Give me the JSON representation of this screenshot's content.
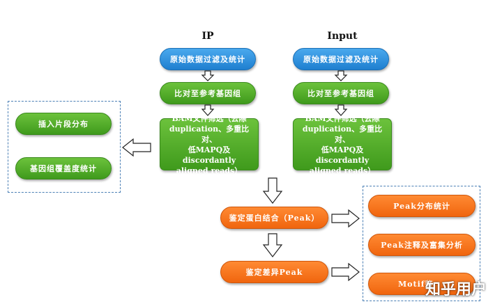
{
  "columns": {
    "ip": "IP",
    "input": "Input"
  },
  "ip": {
    "step1": "原始数据过滤及统计",
    "step2": "比对至参考基因组",
    "step3": "BAM文件筛选（去除\nduplication、多重比对、\n低MAPQ及discordantly\naligned reads）"
  },
  "input": {
    "step1": "原始数据过滤及统计",
    "step2": "比对至参考基因组",
    "step3": "BAM文件筛选（去除\nduplication、多重比对、\n低MAPQ及discordantly\naligned reads）"
  },
  "left_panel": {
    "item1": "插入片段分布",
    "item2": "基因组覆盖度统计"
  },
  "peak": {
    "binding": "鉴定蛋白结合（Peak）",
    "diff": "鉴定差异Peak"
  },
  "right_panel": {
    "item1": "Peak分布统计",
    "item2": "Peak注释及富集分析",
    "item3": "Motif鉴"
  },
  "watermark": "知乎用户",
  "colors": {
    "blue": "#2b8fe0",
    "green": "#4caf28",
    "orange": "#f7761d",
    "dash": "#4a7fb5"
  }
}
